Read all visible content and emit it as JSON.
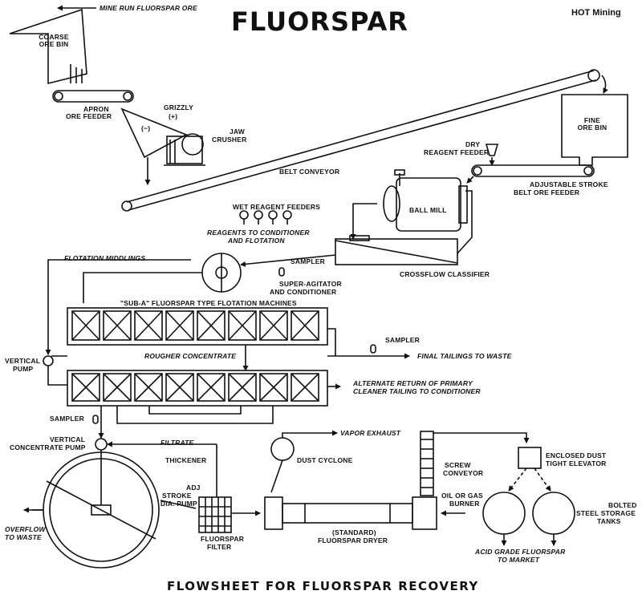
{
  "title": "FLUORSPAR",
  "brand": "HOT Mining",
  "footer": "FLOWSHEET FOR FLUORSPAR RECOVERY",
  "labels": {
    "mine_run": "MINE RUN FLUORSPAR ORE",
    "coarse_bin_1": "COARSE",
    "coarse_bin_2": "ORE BIN",
    "apron_1": "APRON",
    "apron_2": "ORE FEEDER",
    "grizzly": "GRIZZLY",
    "grizzly_plus": "(+)",
    "grizzly_minus": "(−)",
    "jaw_1": "JAW",
    "jaw_2": "CRUSHER",
    "belt_conveyor": "BELT CONVEYOR",
    "fine_bin_1": "FINE",
    "fine_bin_2": "ORE BIN",
    "dry_1": "DRY",
    "dry_2": "REAGENT FEEDER",
    "adjustable_1": "ADJUSTABLE STROKE",
    "adjustable_2": "BELT ORE FEEDER",
    "wet_reagent": "WET REAGENT FEEDERS",
    "reagents_1": "REAGENTS TO CONDITIONER",
    "reagents_2": "AND FLOTATION",
    "ball_mill": "BALL MILL",
    "crossflow": "CROSSFLOW CLASSIFIER",
    "sampler_top": "SAMPLER",
    "flotation_middlings": "FLOTATION MIDDLINGS",
    "super_1": "SUPER-AGITATOR",
    "super_2": "AND CONDITIONER",
    "sub_a": "\"SUB-A\" FLUORSPAR TYPE FLOTATION MACHINES",
    "sampler_mid": "SAMPLER",
    "final_tailings": "FINAL TAILINGS TO WASTE",
    "rougher": "ROUGHER CONCENTRATE",
    "vertical_pump_1": "VERTICAL",
    "vertical_pump_2": "PUMP",
    "alternate_1": "ALTERNATE RETURN OF PRIMARY",
    "alternate_2": "CLEANER TAILING TO CONDITIONER",
    "sampler_low": "SAMPLER",
    "vcp_1": "VERTICAL",
    "vcp_2": "CONCENTRATE PUMP",
    "filtrate": "FILTRATE",
    "thickener": "THICKENER",
    "adj": "ADJ",
    "stroke_1": "STROKE",
    "stroke_2": "DIA. PUMP",
    "overflow_1": "OVERFLOW",
    "overflow_2": "TO WASTE",
    "filter_1": "FLUORSPAR",
    "filter_2": "FILTER",
    "vapor": "VAPOR EXHAUST",
    "dust_cyclone": "DUST CYCLONE",
    "screw_1": "SCREW",
    "screw_2": "CONVEYOR",
    "oil_1": "OIL OR GAS",
    "oil_2": "BURNER",
    "dryer_1": "(STANDARD)",
    "dryer_2": "FLUORSPAR DRYER",
    "elevator_1": "ENCLOSED DUST",
    "elevator_2": "TIGHT ELEVATOR",
    "bolted_1": "BOLTED",
    "bolted_2": "STEEL STORAGE",
    "bolted_3": "TANKS",
    "acid_1": "ACID GRADE FLUORSPAR",
    "acid_2": "TO MARKET"
  }
}
